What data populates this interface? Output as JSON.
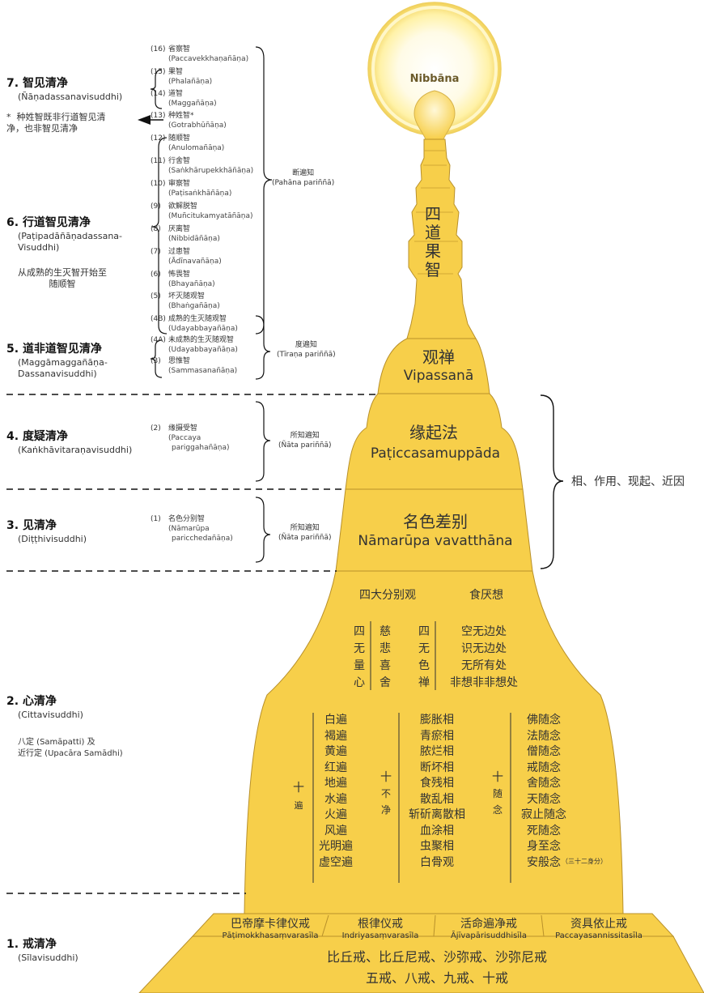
{
  "nibbana": "Nibbāna",
  "magga_phala": [
    "四",
    "道",
    "果",
    "智"
  ],
  "vipassana": {
    "zh": "观禅",
    "pali": "Vipassanā"
  },
  "paticca": {
    "zh": "缘起法",
    "pali": "Paṭiccasamuppāda"
  },
  "namarupa": {
    "zh": "名色差别",
    "pali": "Nāmarūpa vavatthāna"
  },
  "brace_right_label": "相、作用、现起、近因",
  "stages": [
    {
      "num": "7.",
      "title": "智见清净",
      "pali": "(Ñāṇadassanavisuddhi)"
    },
    {
      "num": "6.",
      "title": "行道智见清净",
      "pali": "(Paṭipadāñāṇadassana-",
      "pali2": "Visuddhi)"
    },
    {
      "num": "5.",
      "title": "道非道智见清净",
      "pali": "(Maggāmaggañāṇa-",
      "pali2": "Dassanavisuddhi)"
    },
    {
      "num": "4.",
      "title": "度疑清净",
      "pali": "(Kaṅkhāvitaraṇavisuddhi)"
    },
    {
      "num": "3.",
      "title": "见清净",
      "pali": "(Diṭṭhivisuddhi)"
    },
    {
      "num": "2.",
      "title": "心清净",
      "pali": "(Cittavisuddhi)"
    },
    {
      "num": "1.",
      "title": "戒清净",
      "pali": "(Sīlavisuddhi)"
    }
  ],
  "notes": {
    "gotrabhu_star": "*",
    "gotrabhu_line1": "种姓智既非行道智见清",
    "gotrabhu_line2": "净，也非智见清净",
    "stage6_line1": "从成熟的生灭智开始至",
    "stage6_line2": "随顺智",
    "stage2_line1": "八定 (Samāpatti) 及",
    "stage2_line2": "近行定 (Upacāra Samādhi)"
  },
  "knowledges": [
    {
      "num": "(16)",
      "name": "省察智",
      "pali": "(Paccavekkhaṇañāṇa)"
    },
    {
      "num": "(15)",
      "name": "果智",
      "pali": "(Phalañāṇa)"
    },
    {
      "num": "(14)",
      "name": "道智",
      "pali": "(Maggañāṇa)"
    },
    {
      "num": "(13)",
      "name": "种姓智*",
      "pali": "(Gotrabhūñāṇa)"
    },
    {
      "num": "(12)",
      "name": "随顺智",
      "pali": "(Anulomañāṇa)"
    },
    {
      "num": "(11)",
      "name": "行舍智",
      "pali": "(Saṅkhārupekkhāñāṇa)"
    },
    {
      "num": "(10)",
      "name": "审察智",
      "pali": "(Paṭisaṅkhāñāṇa)"
    },
    {
      "num": "(9)",
      "name": "欲解脱智",
      "pali": "(Muñcitukamyatāñāṇa)"
    },
    {
      "num": "(8)",
      "name": "厌离智",
      "pali": "(Nibbidāñāṇa)"
    },
    {
      "num": "(7)",
      "name": "过患智",
      "pali": "(Ādīnavañāṇa)"
    },
    {
      "num": "(6)",
      "name": "怖畏智",
      "pali": "(Bhayañāṇa)"
    },
    {
      "num": "(5)",
      "name": "坏灭随观智",
      "pali": "(Bhaṅgañāṇa)"
    },
    {
      "num": "(4B)",
      "name": "成熟的生灭随观智",
      "pali": "(Udayabbayañāṇa)"
    },
    {
      "num": "(4A)",
      "name": "未成熟的生灭随观智",
      "pali": "(Udayabbayañāṇa)"
    },
    {
      "num": "(3)",
      "name": "思惟智",
      "pali": "(Sammasanañāṇa)"
    },
    {
      "num": "(2)",
      "name": "缘摄受智",
      "pali": "(Paccaya",
      "pali2": "pariggahañāṇa)"
    },
    {
      "num": "(1)",
      "name": "名色分别智",
      "pali": "(Nāmarūpa",
      "pali2": "paricchedañāṇa)"
    }
  ],
  "parinna": {
    "pahana": {
      "zh": "断遍知",
      "pali": "(Pahāna pariññā)"
    },
    "tirana": {
      "zh": "度遍知",
      "pali": "(Tīraṇa pariññā)"
    },
    "nata1": {
      "zh": "所知遍知",
      "pali": "(Ñāta pariññā)"
    },
    "nata2": {
      "zh": "所知遍知",
      "pali": "(Ñāta pariññā)"
    }
  },
  "samatha": {
    "four_elements": "四大分别观",
    "food_repulsive": "食厌想",
    "four_immeasurables_label": [
      "四",
      "无",
      "量",
      "心"
    ],
    "immeasurables": [
      "慈",
      "悲",
      "喜",
      "舍"
    ],
    "four_arupa_label": [
      "四",
      "无",
      "色",
      "禅"
    ],
    "arupa": [
      "空无边处",
      "识无边处",
      "无所有处",
      "非想非非想处"
    ],
    "kasina_label": [
      "十",
      "遍"
    ],
    "kasinas": [
      "白遍",
      "褐遍",
      "黄遍",
      "红遍",
      "地遍",
      "水遍",
      "火遍",
      "风遍",
      "光明遍",
      "虚空遍"
    ],
    "asubha_label": [
      "十",
      "不",
      "净"
    ],
    "asubha": [
      "膨胀相",
      "青瘀相",
      "脓烂相",
      "断坏相",
      "食残相",
      "散乱相",
      "斩斫离散相",
      "血涂相",
      "虫聚相",
      "白骨观"
    ],
    "anussati_label": [
      "十",
      "随",
      "念"
    ],
    "anussati": [
      "佛随念",
      "法随念",
      "僧随念",
      "戒随念",
      "舍随念",
      "天随念",
      "寂止随念",
      "死随念",
      "身至念",
      "安般念"
    ],
    "body_parts_note": "（三十二身分）"
  },
  "sila": {
    "patimokkha": {
      "zh": "巴帝摩卡律仪戒",
      "pali": "Pāṭimokkhasaṃvarasīla"
    },
    "indriya": {
      "zh": "根律仪戒",
      "pali": "Indriyasaṃvarasīla"
    },
    "ajiva": {
      "zh": "活命遍净戒",
      "pali": "Ājīvapārisuddhisīla"
    },
    "paccaya": {
      "zh": "资具依止戒",
      "pali": "Paccayasannissitasīla"
    },
    "base_line1": "比丘戒、比丘尼戒、沙弥戒、沙弥尼戒",
    "base_line2": "五戒、八戒、九戒、十戒"
  },
  "colors": {
    "stupa_fill": "#f7cf4a",
    "stupa_stroke": "#b8902a",
    "halo": "#fff3b0",
    "text": "#333333"
  }
}
